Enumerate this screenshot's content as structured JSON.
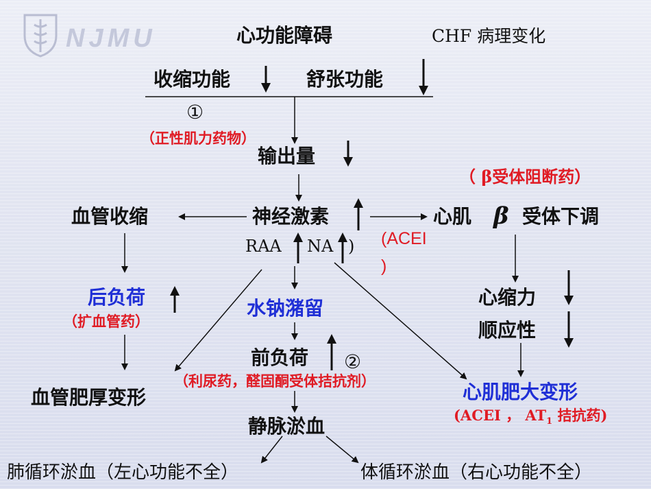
{
  "logo": {
    "text": "NJMU"
  },
  "title": {
    "main": "心功能障碍",
    "side": "CHF 病理变化"
  },
  "nodes": {
    "contraction": "收缩功能",
    "diastolic": "舒张功能",
    "circle1": "①",
    "inotropic": "（正性肌力药物）",
    "output": "输出量",
    "beta_blocker": "（ β受体阻断药）",
    "vasoconstriction": "血管收缩",
    "neurohormone": "神经激素",
    "myocardium": "心肌",
    "beta_symbol": "β",
    "beta_down": "受体下调",
    "raa": "RAA",
    "na": "NA",
    "paren_close": ")",
    "acei_top": "(ACEI",
    "acei_bottom": ")",
    "afterload": "后负荷",
    "vasodilator": "（扩血管药）",
    "water_sodium": "水钠潴留",
    "contractility": "心缩力",
    "compliance": "顺应性",
    "preload": "前负荷",
    "circle2": "②",
    "diuretic": "（利尿药，醛固酮受体拮抗剂）",
    "vascular_hypertrophy": "血管肥厚变形",
    "myocardial_hypertrophy": "心肌肥大变形",
    "acei_at1": "(ACEI ， AT",
    "at1_sub": "1",
    "at1_suffix": " 拮抗药)",
    "venous_congestion": "静脉淤血",
    "pulmonary": "肺循环淤血（左心功能不全）",
    "systemic": "体循环淤血（右心功能不全）"
  },
  "colors": {
    "black": "#111111",
    "red": "#e01b24",
    "blue": "#1f2fd6"
  }
}
